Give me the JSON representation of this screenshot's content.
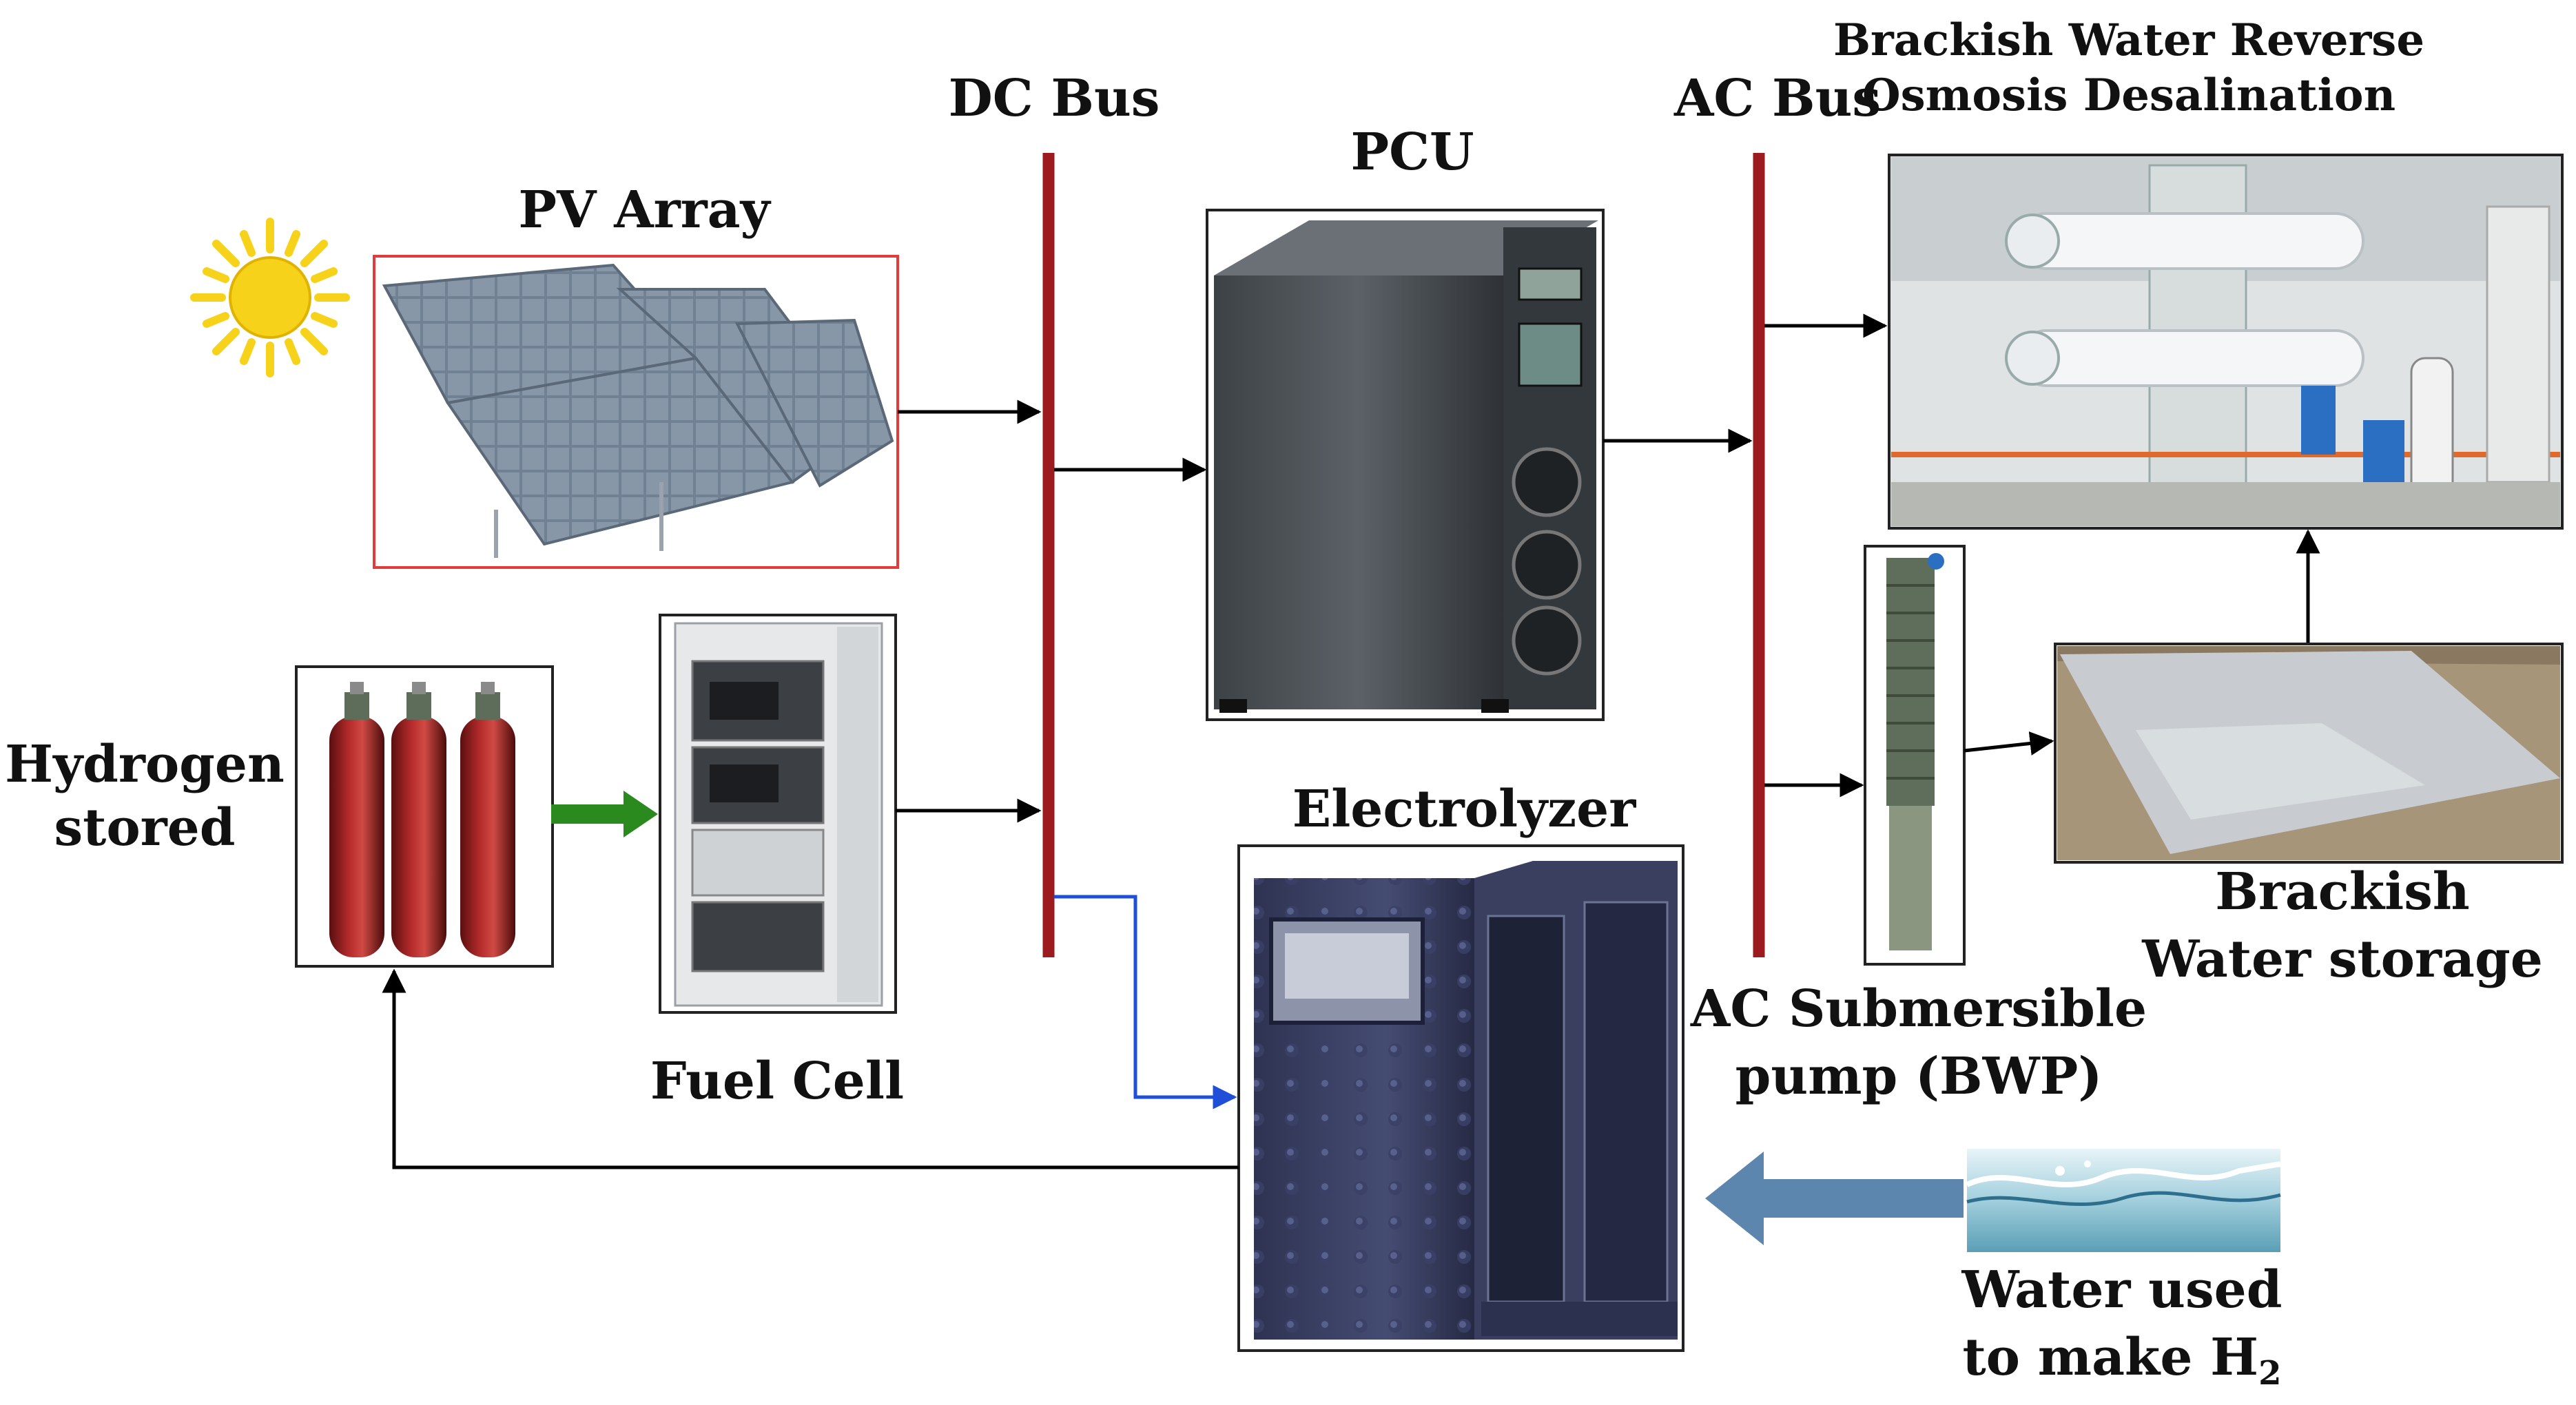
{
  "labels": {
    "dc_bus": "DC Bus",
    "ac_bus": "AC Bus",
    "pcu": "PCU",
    "pv_array": "PV Array",
    "ro_line1": "Brackish Water Reverse",
    "ro_line2": "Osmosis Desalination",
    "hydrogen_line1": "Hydrogen",
    "hydrogen_line2": "stored",
    "fuel_cell": "Fuel Cell",
    "electrolyzer": "Electrolyzer",
    "storage_line1": "Brackish",
    "storage_line2": "Water storage",
    "pump_line1": "AC Submersible",
    "pump_line2": "pump (BWP)",
    "water_line1": "Water used",
    "water_line2": "to make H",
    "water_subscript": "2"
  },
  "colors": {
    "bus": "#9b1b1f",
    "arrow": "#000000",
    "dc_to_electrolyzer_arrow": "#1f4fd8",
    "hydrogen_to_fuelcell_arrow": "#2a8a1e",
    "water_arrow": "#5c86ad",
    "sun": "#f7d21a",
    "pv_frame": "#e03c3c"
  },
  "icons": {
    "sun": "sun-icon",
    "pv": "solar-panel-icon",
    "cylinders": "gas-cylinder-icon",
    "fuel_cell": "server-rack-icon",
    "pcu": "inverter-cabinet-icon",
    "electrolyzer": "electrolyzer-icon",
    "ro_plant": "ro-plant-icon",
    "pump": "submersible-pump-icon",
    "storage": "storage-pond-icon",
    "water": "water-wave-icon"
  }
}
